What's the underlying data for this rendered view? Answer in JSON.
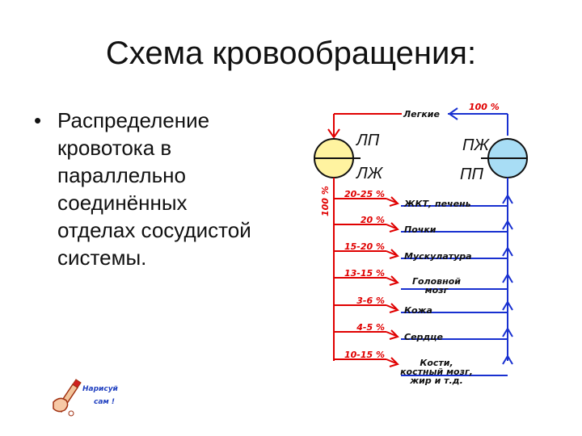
{
  "title": "Схема кровообращения:",
  "bullet": {
    "marker": "•",
    "lines": [
      "Распределение",
      "кровотока в",
      "параллельно",
      "соединённых",
      "отделах сосудистой",
      "системы."
    ]
  },
  "diagram": {
    "lungs_label": "Легкие",
    "top_percent": "100 %",
    "left_percent": "100 %",
    "heart_left": {
      "top": "ЛП",
      "bottom": "ЛЖ"
    },
    "heart_right": {
      "top": "ПЖ",
      "bottom": "ПП"
    },
    "branches": [
      {
        "percent": "20-25 %",
        "organ": [
          "ЖКТ, печень"
        ]
      },
      {
        "percent": "20 %",
        "organ": [
          "Почки"
        ]
      },
      {
        "percent": "15-20 %",
        "organ": [
          "Мускулатура"
        ]
      },
      {
        "percent": "13-15 %",
        "organ": [
          "Головной",
          "мозг"
        ]
      },
      {
        "percent": "3-6 %",
        "organ": [
          "Кожа"
        ]
      },
      {
        "percent": "4-5 %",
        "organ": [
          "Сердце"
        ]
      },
      {
        "percent": "10-15 %",
        "organ": [
          "Кости,",
          "костный мозг,",
          "жир и т.д."
        ]
      }
    ],
    "colors": {
      "artery": "#e00000",
      "vein": "#1830d0",
      "heart_left_fill": "#fff3a0",
      "heart_right_fill": "#a8ddf5"
    }
  },
  "logo": {
    "text": [
      "Нарисуй",
      "сам !"
    ]
  }
}
